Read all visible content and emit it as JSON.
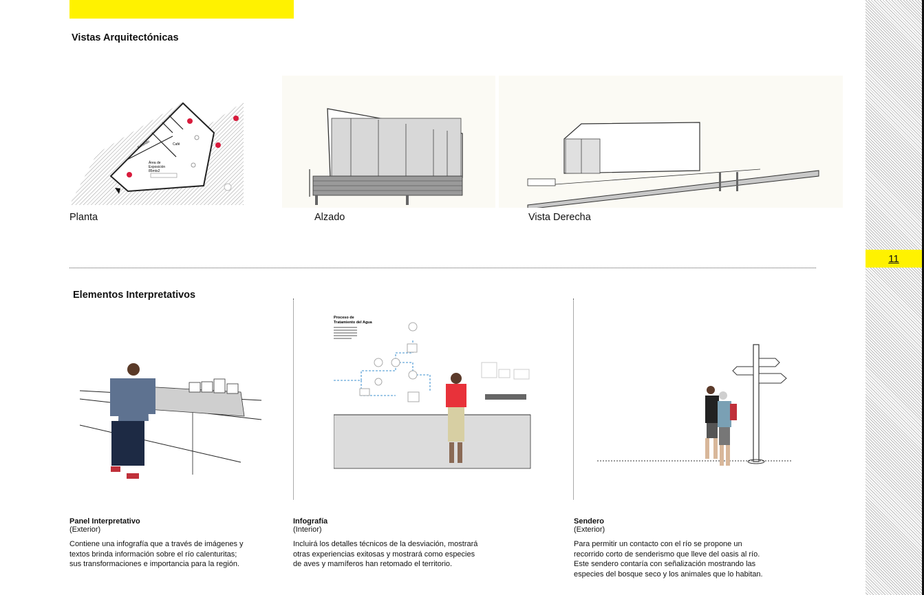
{
  "header": {
    "accent_color": "#fff200"
  },
  "section_architectural": {
    "title": "Vistas Arquitectónicas",
    "views": [
      {
        "label": "Planta"
      },
      {
        "label": "Alzado"
      },
      {
        "label": "Vista Derecha"
      }
    ],
    "plan_labels": {
      "room_1": "Exhibido",
      "room_2": "Café",
      "area_line1": "Área de",
      "area_line2": "Exposición",
      "area_line3": "85mts2"
    }
  },
  "section_interpretive": {
    "title": "Elementos Interpretativos",
    "infographic_title_line1": "Proceso de",
    "infographic_title_line2": "Tratamiento del Agua",
    "items": [
      {
        "title": "Panel Interpretativo",
        "subtitle": "(Exterior)",
        "lines": [
          "Contiene una infografía que a través de imágenes y",
          "textos brinda información sobre el río calenturitas;",
          "sus transformaciones e importancia para la región."
        ]
      },
      {
        "title": "Infografía",
        "subtitle": "(Interior)",
        "lines": [
          "Incluirá los detalles técnicos de la desviación, mostrará",
          "otras experiencias exitosas y mostrará como especies",
          "de aves y mamíferos han retomado el territorio."
        ]
      },
      {
        "title": "Sendero",
        "subtitle": "(Exterior)",
        "lines": [
          "Para permitir un contacto con el río se propone un",
          "recorrido corto de senderismo que lleve del oasis al río.",
          "Este sendero contaría con señalización mostrando las",
          "especies del bosque seco y los animales que lo habitan."
        ]
      }
    ]
  },
  "sidebar": {
    "page_number": "11"
  }
}
